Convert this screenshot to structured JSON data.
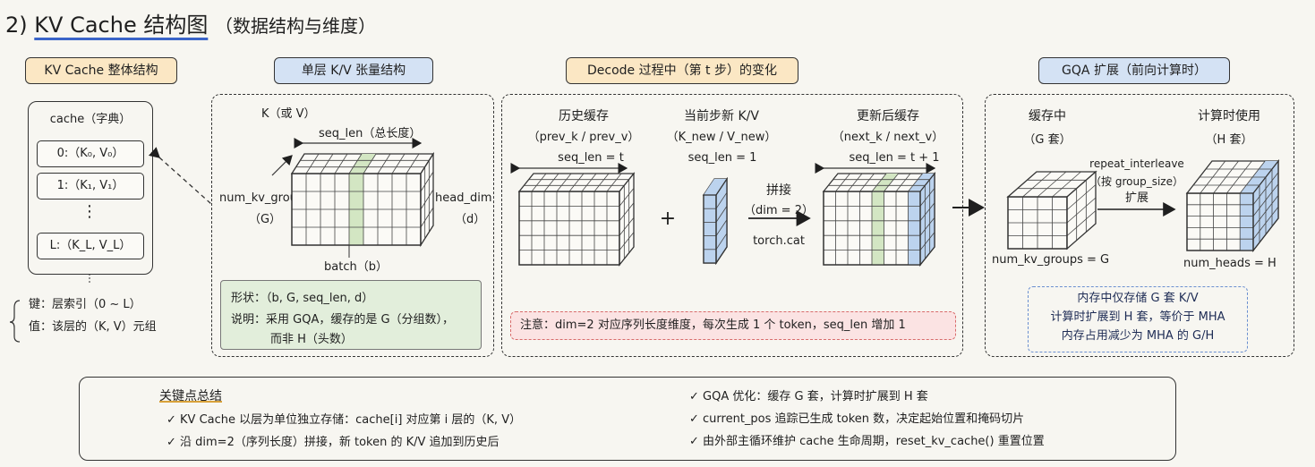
{
  "title": {
    "num": "2)",
    "main": "KV Cache 结构图",
    "sub": "（数据结构与维度）"
  },
  "headers": {
    "cache": "KV Cache 整体结构",
    "tensor": "单层 K/V 张量结构",
    "decode": "Decode 过程中（第 t 步）的变化",
    "gqa": "GQA 扩展（前向计算时）"
  },
  "cache": {
    "label": "cache（字典）",
    "items": [
      "0:（K₀, V₀）",
      "1:（K₁, V₁）",
      "⋮",
      "L:（K_L, V_L）"
    ],
    "key_note": "键：层索引（0 ~ L）",
    "value_note": "值：该层的（K, V）元组"
  },
  "tensor": {
    "kv": "K（或 V）",
    "seq_len": "seq_len（总长度）",
    "groups": "num_kv_groups",
    "groups_sym": "（G）",
    "head_dim": "head_dim",
    "head_dim_sym": "（d）",
    "batch": "batch（b）",
    "shape": "形状：（b, G, seq_len, d）",
    "desc1": "说明：采用 GQA，缓存的是 G（分组数），",
    "desc2": "而非 H（头数）"
  },
  "decode": {
    "hist_title": "历史缓存",
    "hist_sub": "（prev_k / prev_v）",
    "hist_seq": "seq_len = t",
    "cur_title": "当前步新 K/V",
    "cur_sub": "（K_new / V_new）",
    "cur_seq": "seq_len = 1",
    "plus": "+",
    "concat": "拼接",
    "dim": "（dim = 2）",
    "op": "torch.cat",
    "new_title": "更新后缓存",
    "new_sub": "（next_k / next_v）",
    "new_seq": "seq_len = t + 1",
    "note": "注意：dim=2 对应序列长度维度，每次生成 1 个 token，seq_len 增加 1"
  },
  "gqa": {
    "left_title": "缓存中",
    "left_sub": "（G 套）",
    "right_title": "计算时使用",
    "right_sub": "（H 套）",
    "op1": "repeat_interleave",
    "op2": "（按 group_size）",
    "op3": "扩展",
    "left_label": "num_kv_groups = G",
    "right_label": "num_heads = H",
    "note1": "内存中仅存储 G 套 K/V",
    "note2": "计算时扩展到 H 套，等价于 MHA",
    "note3": "内存占用减少为 MHA 的 G/H"
  },
  "summary": {
    "title": "关键点总结",
    "items": [
      "✓  KV Cache 以层为单位独立存储：cache[i] 对应第 i 层的（K, V）",
      "✓  沿 dim=2（序列长度）拼接，新 token 的 K/V 追加到历史后",
      "✓  GQA 优化：缓存 G 套，计算时扩展到 H 套",
      "✓  current_pos 追踪已生成 token 数，决定起始位置和掩码切片",
      "✓  由外部主循环维护 cache 生命周期，reset_kv_cache() 重置位置"
    ]
  },
  "colors": {
    "header_yellow": "#fbe7c4",
    "header_blue": "#d4e2f4",
    "green_slice": "#d3e6c3",
    "blue_slice": "#bcd3ee",
    "note_red": "#fbe3e3",
    "accent_blue": "#3a64c8"
  }
}
